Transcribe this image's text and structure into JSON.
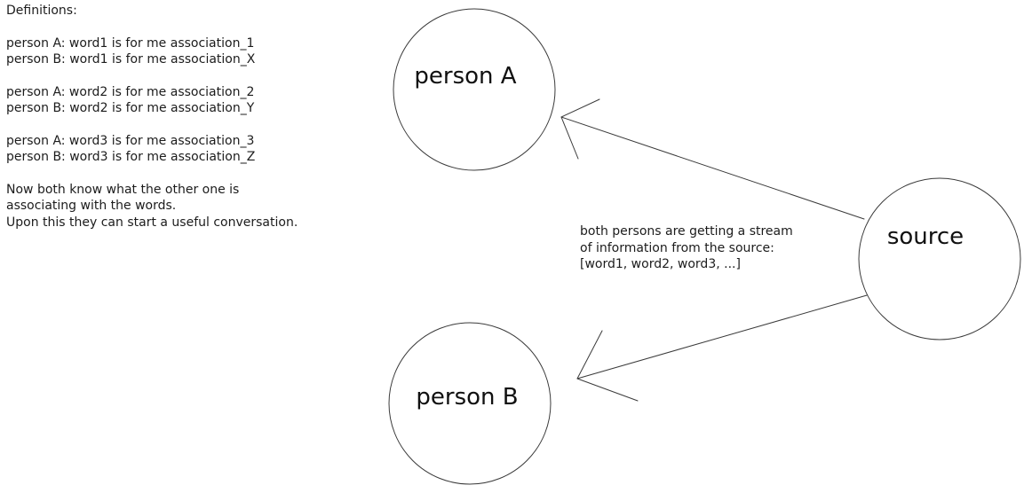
{
  "colors": {
    "background": "#ffffff",
    "line": "#3a3a3a",
    "text": "#1c1c1c"
  },
  "definitions": {
    "title": "Definitions:",
    "groups": [
      [
        "person A: word1 is for me association_1",
        "person B: word1 is for me association_X"
      ],
      [
        "person A: word2 is for me association_2",
        "person B: word2 is for me association_Y"
      ],
      [
        "person A: word3 is for me association_3",
        "person B: word3 is for me association_Z"
      ]
    ],
    "notes": [
      "Now both know what the other one is",
      "associating with the words.",
      "Upon this they can start a useful conversation."
    ]
  },
  "diagram": {
    "nodes": [
      {
        "id": "person-a",
        "label": "person A"
      },
      {
        "id": "person-b",
        "label": "person B"
      },
      {
        "id": "source",
        "label": "source"
      }
    ],
    "annotation": [
      "both persons are getting a stream",
      "of information from the source:",
      "[word1, word2, word3, ...]"
    ]
  }
}
